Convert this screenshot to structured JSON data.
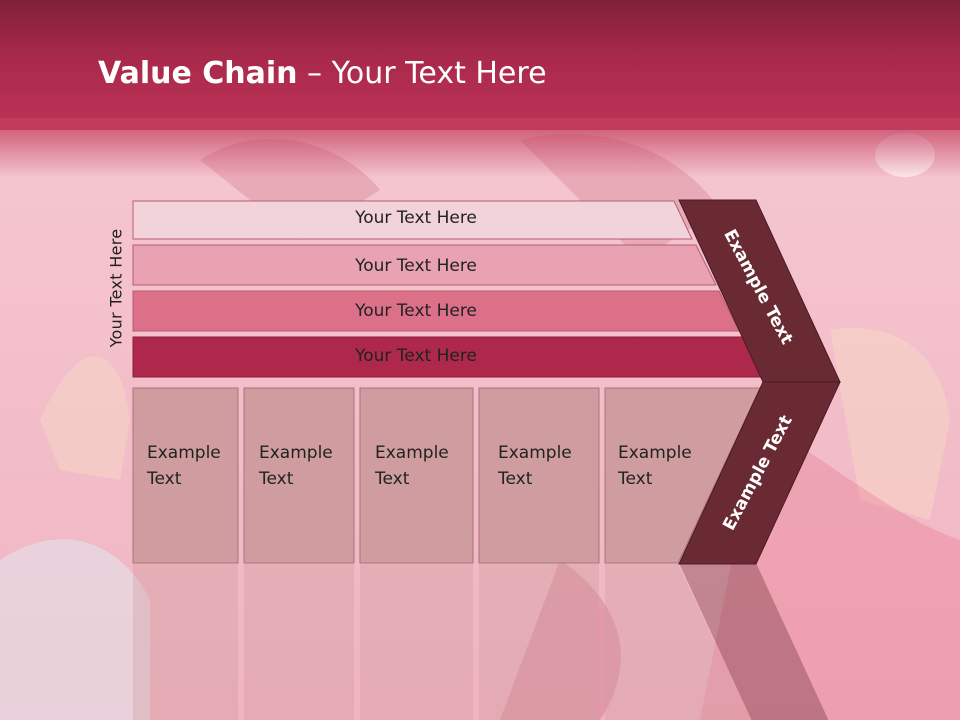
{
  "slide": {
    "title_bold": "Value Chain",
    "title_rest": " – Your Text Here",
    "side_label": "Your Text Here"
  },
  "bars": [
    {
      "label": "Your Text Here",
      "color": "#f3d3da"
    },
    {
      "label": "Your Text Here",
      "color": "#e8a2b2"
    },
    {
      "label": "Your Text Here",
      "color": "#dc7089"
    },
    {
      "label": "Your Text Here",
      "color": "#ad284a"
    }
  ],
  "columns": [
    {
      "label": "Example\nText"
    },
    {
      "label": "Example\nText"
    },
    {
      "label": "Example\nText"
    },
    {
      "label": "Example\nText"
    },
    {
      "label": "Example\nText"
    }
  ],
  "chevron": {
    "upper_label": "Example Text",
    "lower_label": "Example Text",
    "color": "#6a2a33"
  },
  "colors": {
    "column_fill": "#cf9d9f",
    "header": "#a9294a"
  }
}
